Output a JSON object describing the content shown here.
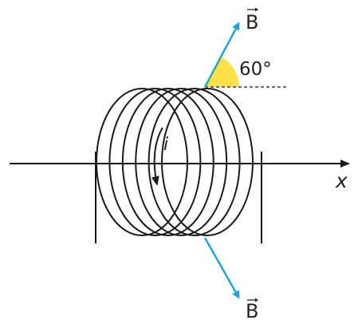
{
  "diagram": {
    "labels": {
      "b_top": "B",
      "b_bottom": "B",
      "angle": "60°",
      "axis": "x",
      "current": "i"
    },
    "colors": {
      "coil": "#1a1a1a",
      "field_vector": "#1aa3dd",
      "angle_fill": "#ffe14a",
      "text": "#222222"
    },
    "coil_turns": 6,
    "angle_degrees": 60
  }
}
